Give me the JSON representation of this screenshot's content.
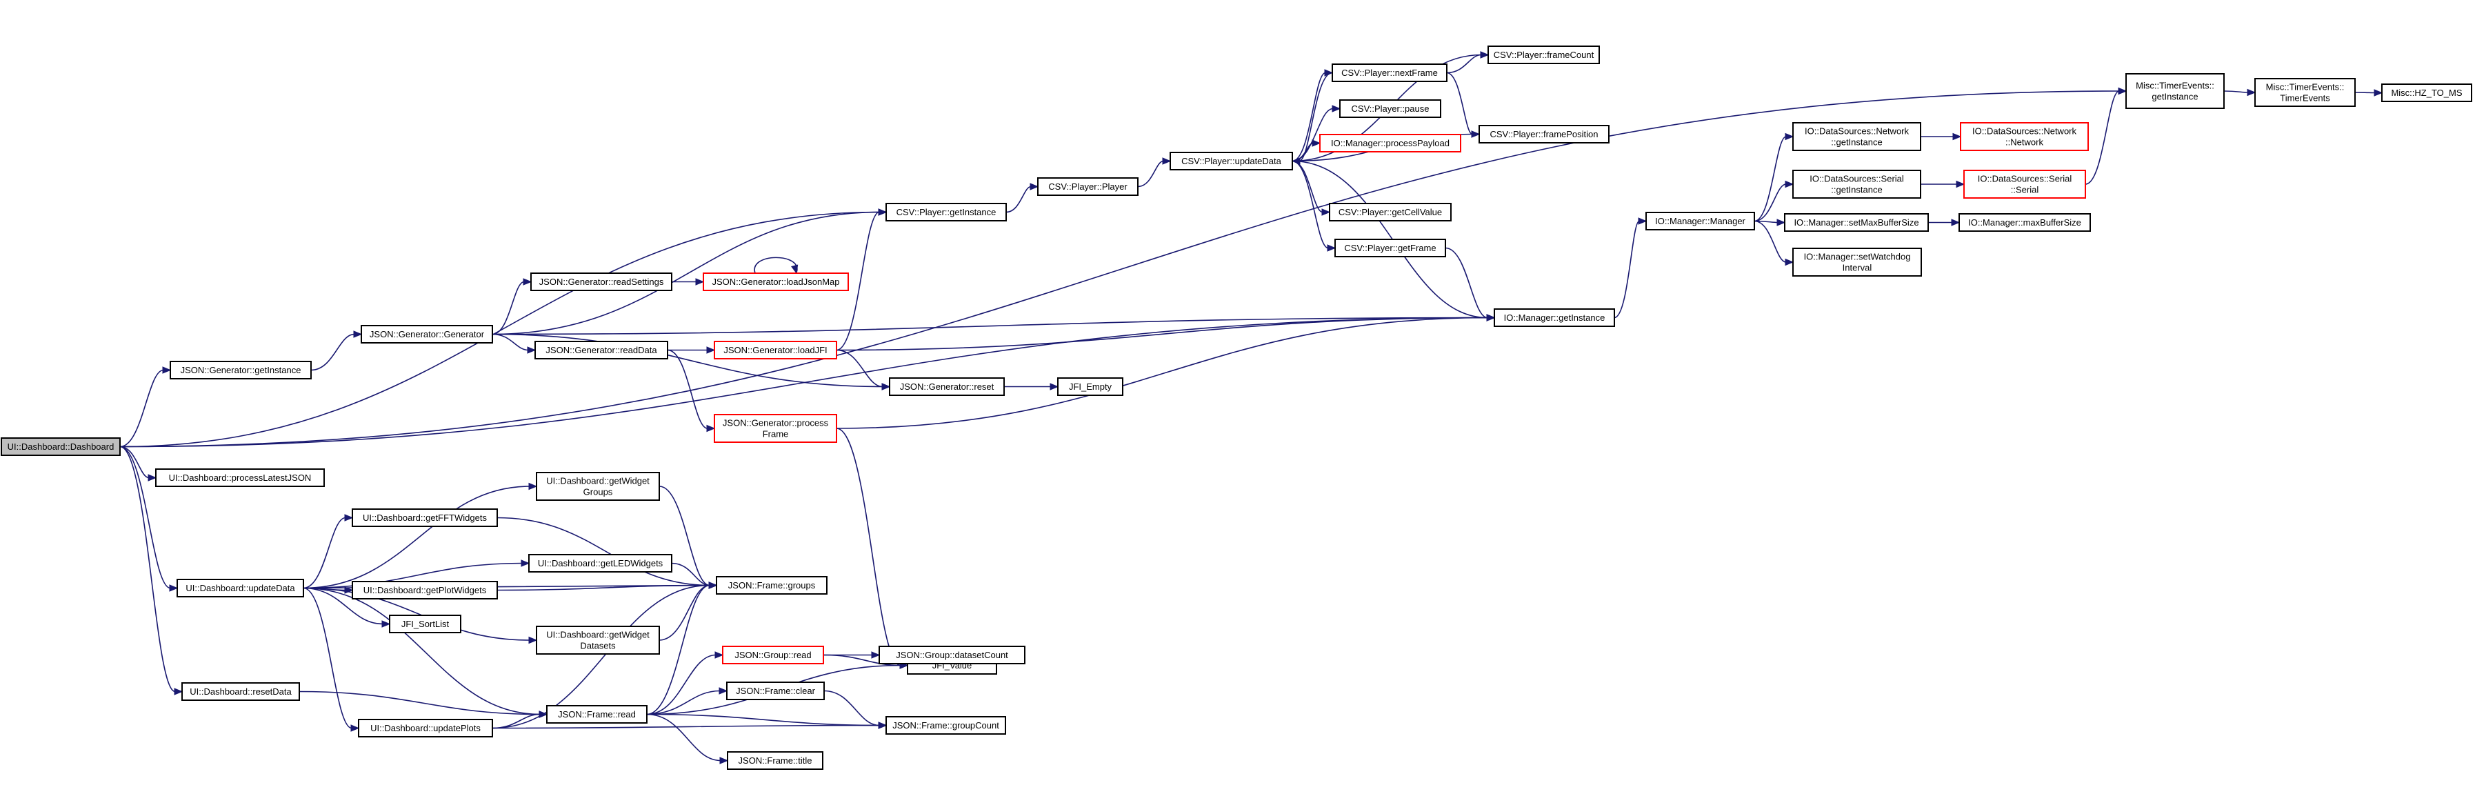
{
  "nodes": [
    {
      "id": "dash",
      "lines": [
        "UI::Dashboard::Dashboard"
      ],
      "style": "root"
    },
    {
      "id": "jgen_getInst",
      "lines": [
        "JSON::Generator::getInstance"
      ],
      "style": "normal"
    },
    {
      "id": "processLatest",
      "lines": [
        "UI::Dashboard::processLatestJSON"
      ],
      "style": "normal"
    },
    {
      "id": "updateData",
      "lines": [
        "UI::Dashboard::updateData"
      ],
      "style": "normal"
    },
    {
      "id": "resetData",
      "lines": [
        "UI::Dashboard::resetData"
      ],
      "style": "normal"
    },
    {
      "id": "jgen_gen",
      "lines": [
        "JSON::Generator::Generator"
      ],
      "style": "normal"
    },
    {
      "id": "readSettings",
      "lines": [
        "JSON::Generator::readSettings"
      ],
      "style": "normal"
    },
    {
      "id": "readData",
      "lines": [
        "JSON::Generator::readData"
      ],
      "style": "normal"
    },
    {
      "id": "loadJsonMap",
      "lines": [
        "JSON::Generator::loadJsonMap"
      ],
      "style": "red"
    },
    {
      "id": "loadJFI",
      "lines": [
        "JSON::Generator::loadJFI"
      ],
      "style": "red"
    },
    {
      "id": "processFrame",
      "lines": [
        "JSON::Generator::process",
        "Frame"
      ],
      "style": "red"
    },
    {
      "id": "jgen_reset",
      "lines": [
        "JSON::Generator::reset"
      ],
      "style": "normal"
    },
    {
      "id": "jfi_empty",
      "lines": [
        "JFI_Empty"
      ],
      "style": "normal"
    },
    {
      "id": "csv_getInst",
      "lines": [
        "CSV::Player::getInstance"
      ],
      "style": "normal"
    },
    {
      "id": "csv_player",
      "lines": [
        "CSV::Player::Player"
      ],
      "style": "normal"
    },
    {
      "id": "csv_update",
      "lines": [
        "CSV::Player::updateData"
      ],
      "style": "normal"
    },
    {
      "id": "csv_nextFrame",
      "lines": [
        "CSV::Player::nextFrame"
      ],
      "style": "normal"
    },
    {
      "id": "csv_frameCount",
      "lines": [
        "CSV::Player::frameCount"
      ],
      "style": "normal"
    },
    {
      "id": "csv_pause",
      "lines": [
        "CSV::Player::pause"
      ],
      "style": "normal"
    },
    {
      "id": "io_procPayload",
      "lines": [
        "IO::Manager::processPayload"
      ],
      "style": "red"
    },
    {
      "id": "csv_framePos",
      "lines": [
        "CSV::Player::framePosition"
      ],
      "style": "normal"
    },
    {
      "id": "csv_cellValue",
      "lines": [
        "CSV::Player::getCellValue"
      ],
      "style": "normal"
    },
    {
      "id": "csv_getFrame",
      "lines": [
        "CSV::Player::getFrame"
      ],
      "style": "normal"
    },
    {
      "id": "io_getInst",
      "lines": [
        "IO::Manager::getInstance"
      ],
      "style": "normal"
    },
    {
      "id": "io_manager",
      "lines": [
        "IO::Manager::Manager"
      ],
      "style": "normal"
    },
    {
      "id": "ds_net_getInst",
      "lines": [
        "IO::DataSources::Network",
        "::getInstance"
      ],
      "style": "normal"
    },
    {
      "id": "ds_net",
      "lines": [
        "IO::DataSources::Network",
        "::Network"
      ],
      "style": "red"
    },
    {
      "id": "ds_ser_getInst",
      "lines": [
        "IO::DataSources::Serial",
        "::getInstance"
      ],
      "style": "normal"
    },
    {
      "id": "ds_ser",
      "lines": [
        "IO::DataSources::Serial",
        "::Serial"
      ],
      "style": "red"
    },
    {
      "id": "io_setMaxBuf",
      "lines": [
        "IO::Manager::setMaxBufferSize"
      ],
      "style": "normal"
    },
    {
      "id": "io_maxBuf",
      "lines": [
        "IO::Manager::maxBufferSize"
      ],
      "style": "normal"
    },
    {
      "id": "io_setWatchdog",
      "lines": [
        "IO::Manager::setWatchdog",
        "Interval"
      ],
      "style": "normal"
    },
    {
      "id": "te_getInst",
      "lines": [
        "Misc::TimerEvents::",
        "getInstance"
      ],
      "style": "normal"
    },
    {
      "id": "te_te",
      "lines": [
        "Misc::TimerEvents::",
        "TimerEvents"
      ],
      "style": "normal"
    },
    {
      "id": "hz_to_ms",
      "lines": [
        "Misc::HZ_TO_MS"
      ],
      "style": "normal"
    },
    {
      "id": "getWidgetGroups",
      "lines": [
        "UI::Dashboard::getWidget",
        "Groups"
      ],
      "style": "normal"
    },
    {
      "id": "getFFT",
      "lines": [
        "UI::Dashboard::getFFTWidgets"
      ],
      "style": "normal"
    },
    {
      "id": "getLED",
      "lines": [
        "UI::Dashboard::getLEDWidgets"
      ],
      "style": "normal"
    },
    {
      "id": "getPlot",
      "lines": [
        "UI::Dashboard::getPlotWidgets"
      ],
      "style": "normal"
    },
    {
      "id": "jfi_sort",
      "lines": [
        "JFI_SortList"
      ],
      "style": "normal"
    },
    {
      "id": "getWidgetDatasets",
      "lines": [
        "UI::Dashboard::getWidget",
        "Datasets"
      ],
      "style": "normal"
    },
    {
      "id": "updatePlots",
      "lines": [
        "UI::Dashboard::updatePlots"
      ],
      "style": "normal"
    },
    {
      "id": "frame_groups",
      "lines": [
        "JSON::Frame::groups"
      ],
      "style": "normal"
    },
    {
      "id": "jfi_value",
      "lines": [
        "JFI_Value"
      ],
      "style": "normal"
    },
    {
      "id": "group_read",
      "lines": [
        "JSON::Group::read"
      ],
      "style": "red"
    },
    {
      "id": "group_dscount",
      "lines": [
        "JSON::Group::datasetCount"
      ],
      "style": "normal"
    },
    {
      "id": "frame_read",
      "lines": [
        "JSON::Frame::read"
      ],
      "style": "normal"
    },
    {
      "id": "frame_clear",
      "lines": [
        "JSON::Frame::clear"
      ],
      "style": "normal"
    },
    {
      "id": "frame_gcount",
      "lines": [
        "JSON::Frame::groupCount"
      ],
      "style": "normal"
    },
    {
      "id": "frame_title",
      "lines": [
        "JSON::Frame::title"
      ],
      "style": "normal"
    }
  ],
  "edges": [
    [
      "dash",
      "jgen_getInst"
    ],
    [
      "dash",
      "processLatest"
    ],
    [
      "dash",
      "updateData"
    ],
    [
      "dash",
      "resetData"
    ],
    [
      "dash",
      "csv_getInst"
    ],
    [
      "dash",
      "io_getInst"
    ],
    [
      "dash",
      "te_getInst"
    ],
    [
      "jgen_getInst",
      "jgen_gen"
    ],
    [
      "jgen_gen",
      "readSettings"
    ],
    [
      "jgen_gen",
      "readData"
    ],
    [
      "jgen_gen",
      "jgen_reset"
    ],
    [
      "jgen_gen",
      "csv_getInst"
    ],
    [
      "jgen_gen",
      "io_getInst"
    ],
    [
      "readSettings",
      "loadJsonMap"
    ],
    [
      "loadJsonMap",
      "loadJsonMap"
    ],
    [
      "readData",
      "loadJFI"
    ],
    [
      "readData",
      "processFrame"
    ],
    [
      "loadJFI",
      "csv_getInst"
    ],
    [
      "loadJFI",
      "jgen_reset"
    ],
    [
      "loadJFI",
      "io_getInst"
    ],
    [
      "processFrame",
      "io_getInst"
    ],
    [
      "processFrame",
      "jfi_value"
    ],
    [
      "jgen_reset",
      "jfi_empty"
    ],
    [
      "csv_getInst",
      "csv_player"
    ],
    [
      "csv_player",
      "csv_update"
    ],
    [
      "csv_update",
      "csv_nextFrame"
    ],
    [
      "csv_update",
      "csv_frameCount"
    ],
    [
      "csv_update",
      "csv_pause"
    ],
    [
      "csv_update",
      "io_procPayload"
    ],
    [
      "csv_update",
      "csv_framePos"
    ],
    [
      "csv_update",
      "csv_cellValue"
    ],
    [
      "csv_update",
      "csv_getFrame"
    ],
    [
      "csv_update",
      "io_getInst"
    ],
    [
      "csv_nextFrame",
      "csv_frameCount"
    ],
    [
      "csv_nextFrame",
      "csv_framePos"
    ],
    [
      "csv_nextFrame",
      "csv_update"
    ],
    [
      "csv_getFrame",
      "io_getInst"
    ],
    [
      "io_getInst",
      "io_manager"
    ],
    [
      "io_manager",
      "ds_net_getInst"
    ],
    [
      "io_manager",
      "ds_ser_getInst"
    ],
    [
      "io_manager",
      "io_setMaxBuf"
    ],
    [
      "io_manager",
      "io_setWatchdog"
    ],
    [
      "ds_net_getInst",
      "ds_net"
    ],
    [
      "ds_ser_getInst",
      "ds_ser"
    ],
    [
      "ds_ser",
      "te_getInst"
    ],
    [
      "io_setMaxBuf",
      "io_maxBuf"
    ],
    [
      "te_getInst",
      "te_te"
    ],
    [
      "te_te",
      "hz_to_ms"
    ],
    [
      "updateData",
      "getWidgetGroups"
    ],
    [
      "updateData",
      "getFFT"
    ],
    [
      "updateData",
      "getLED"
    ],
    [
      "updateData",
      "getPlot"
    ],
    [
      "updateData",
      "jfi_sort"
    ],
    [
      "updateData",
      "getWidgetDatasets"
    ],
    [
      "updateData",
      "updatePlots"
    ],
    [
      "updateData",
      "frame_groups"
    ],
    [
      "updateData",
      "frame_read"
    ],
    [
      "getWidgetGroups",
      "frame_groups"
    ],
    [
      "getFFT",
      "frame_groups"
    ],
    [
      "getLED",
      "frame_groups"
    ],
    [
      "getPlot",
      "frame_groups"
    ],
    [
      "getWidgetDatasets",
      "frame_groups"
    ],
    [
      "updatePlots",
      "frame_groups"
    ],
    [
      "updatePlots",
      "frame_read"
    ],
    [
      "updatePlots",
      "frame_gcount"
    ],
    [
      "resetData",
      "frame_read"
    ],
    [
      "frame_read",
      "frame_groups"
    ],
    [
      "frame_read",
      "jfi_value"
    ],
    [
      "frame_read",
      "group_read"
    ],
    [
      "frame_read",
      "frame_clear"
    ],
    [
      "frame_read",
      "frame_gcount"
    ],
    [
      "frame_read",
      "frame_title"
    ],
    [
      "group_read",
      "group_dscount"
    ],
    [
      "group_read",
      "jfi_value"
    ],
    [
      "frame_clear",
      "frame_gcount"
    ]
  ]
}
